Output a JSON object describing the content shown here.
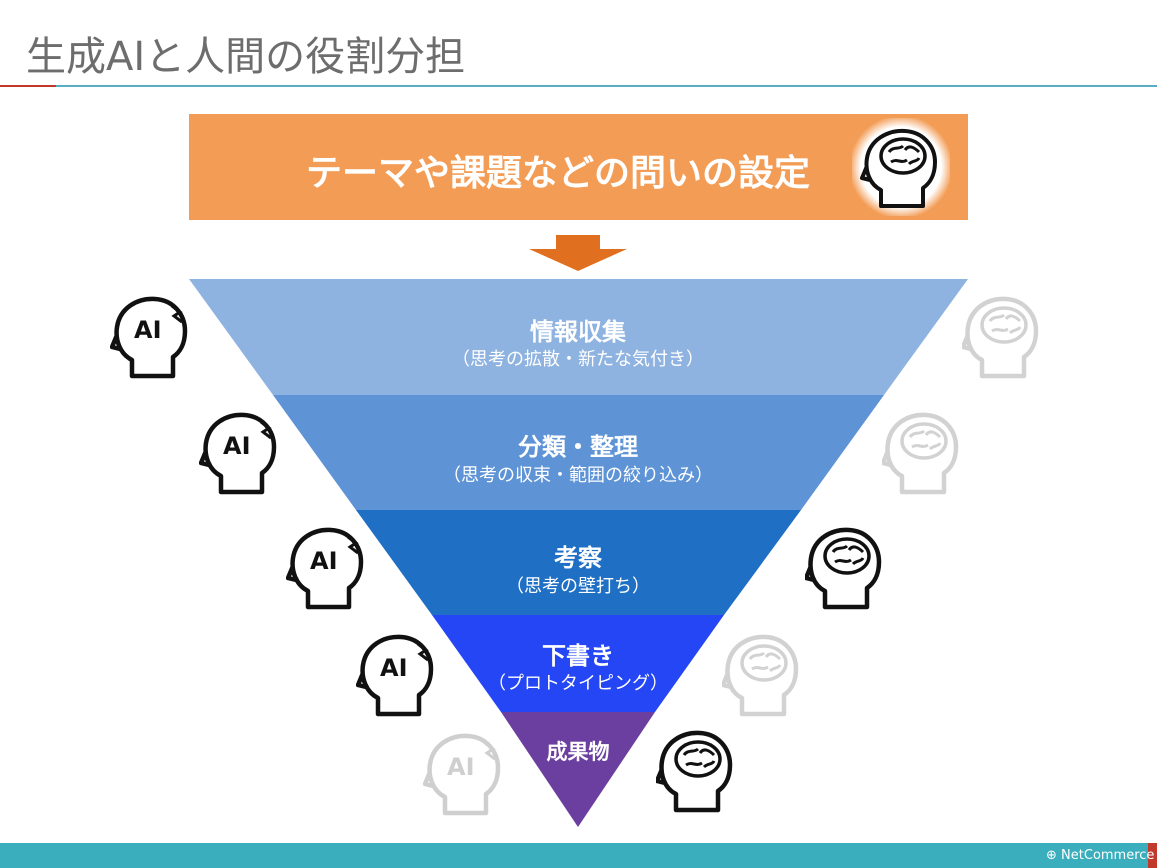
{
  "title": "生成AIと人間の役割分担",
  "theme": {
    "text": "テーマや課題などの問いの設定"
  },
  "funnel": [
    {
      "title": "情報収集",
      "subtitle": "（思考の拡散・新たな気付き）",
      "color": "#8fb3e0"
    },
    {
      "title": "分類・整理",
      "subtitle": "（思考の収束・範囲の絞り込み）",
      "color": "#5e93d6"
    },
    {
      "title": "考察",
      "subtitle": "（思考の壁打ち）",
      "color": "#1f6fc4"
    },
    {
      "title": "下書き",
      "subtitle": "（プロトタイピング）",
      "color": "#2446f5"
    },
    {
      "title": "成果物",
      "subtitle": "",
      "color": "#6b3fa0"
    }
  ],
  "ai_label": "AI",
  "colors": {
    "theme_bg": "#f39c55",
    "arrow": "#e07020",
    "footer": "#3aaebc",
    "accent_red": "#c0392b"
  },
  "footer": {
    "logo": "NetCommerce"
  }
}
